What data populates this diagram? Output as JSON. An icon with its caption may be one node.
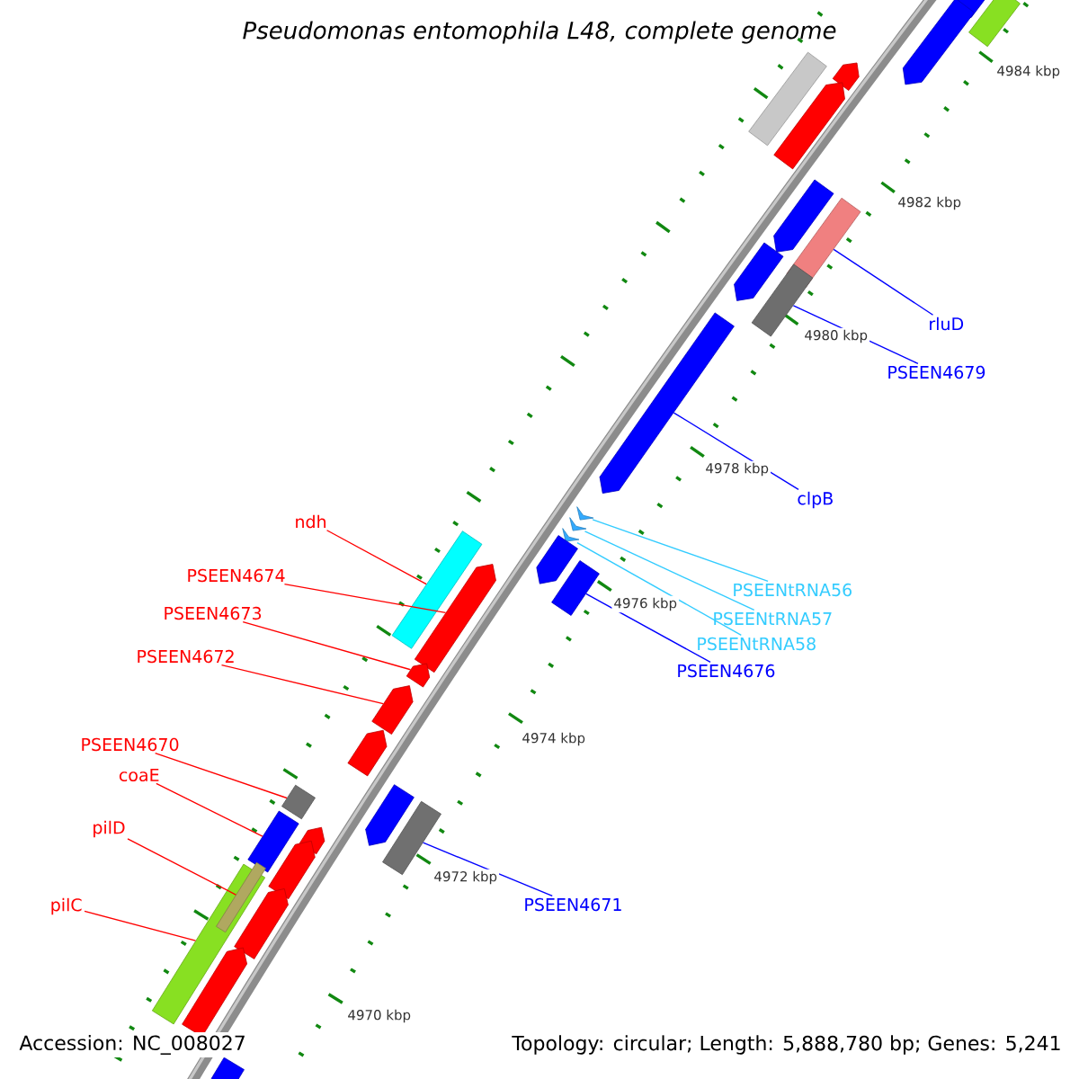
{
  "diagram": {
    "title": "Pseudomonas entomophila L48, complete genome",
    "nodes": [
      {
        "text": [
          "rluD"
        ]
      },
      {
        "text": [
          "PSEEN4679"
        ]
      },
      {
        "text": [
          "clpB"
        ]
      },
      {
        "text": [
          "PSEENtRNA56"
        ]
      },
      {
        "text": [
          "PSEENtRNA57"
        ]
      },
      {
        "text": [
          "PSEENtRNA58"
        ]
      },
      {
        "text": [
          "PSEEN4676"
        ]
      },
      {
        "text": [
          "PSEEN4671"
        ]
      },
      {
        "text": [
          "ndh"
        ]
      },
      {
        "text": [
          "PSEEN4674"
        ]
      },
      {
        "text": [
          "PSEEN4673"
        ]
      },
      {
        "text": [
          "PSEEN4672"
        ]
      },
      {
        "text": [
          "PSEEN4670"
        ]
      },
      {
        "text": [
          "coaE"
        ]
      },
      {
        "text": [
          "pilC"
        ]
      },
      {
        "text": [
          "pilD"
        ]
      },
      {
        "text": [],
        "shape": "bar"
      },
      {
        "text": [],
        "shape": "bar"
      },
      {
        "text": [],
        "shape": "bar"
      },
      {
        "text": [],
        "shape": "bar"
      },
      {
        "text": [],
        "shape": "bar"
      },
      {
        "text": [],
        "shape": "bar"
      },
      {
        "text": [],
        "shape": "bar"
      },
      {
        "text": [],
        "shape": "bar"
      },
      {
        "text": [],
        "shape": "bar"
      },
      {
        "text": [],
        "shape": "bar"
      },
      {
        "text": [],
        "shape": "bar"
      },
      {
        "text": [],
        "shape": "bar"
      },
      {
        "text": [],
        "shape": "bar"
      },
      {
        "text": [],
        "shape": "bar"
      },
      {
        "text": [],
        "shape": "bar"
      },
      {
        "text": [],
        "shape": "bar",
        "in": 30
      },
      {
        "text": [],
        "shape": "bar"
      },
      {
        "text": [],
        "shape": "bar"
      },
      {
        "text": [],
        "shape": "bar"
      },
      {
        "text": [],
        "shape": "bar"
      },
      {
        "text": [],
        "shape": "bar"
      },
      {
        "text": [],
        "shape": "bar"
      },
      {
        "text": [],
        "shape": "bar"
      },
      {
        "text": [],
        "shape": "bar"
      },
      {
        "text": [],
        "shape": "bar"
      },
      {
        "text": [],
        "shape": "bar"
      },
      {
        "text": [],
        "shape": "bar"
      },
      {
        "text": [],
        "shape": "bar"
      },
      {
        "text": [],
        "shape": "bar"
      },
      {
        "text": [],
        "shape": "bar"
      },
      {
        "text": [],
        "shape": "bar"
      },
      {
        "text": [],
        "shape": "bar"
      }
    ],
    "edges": [
      {
        "from": 0,
        "to": 16,
        "arrow": "none",
        "color": "#0000ff"
      },
      {
        "from": 1,
        "to": 17,
        "arrow": "none",
        "color": "#0000ff"
      },
      {
        "from": 2,
        "to": 18,
        "arrow": "none",
        "color": "#0000ff"
      },
      {
        "from": 3,
        "to": 19,
        "arrow": "none",
        "color": "#33ccff"
      },
      {
        "from": 4,
        "to": 20,
        "arrow": "none",
        "color": "#33ccff"
      },
      {
        "from": 5,
        "to": 21,
        "arrow": "none",
        "color": "#33ccff"
      },
      {
        "from": 6,
        "to": 22,
        "arrow": "none",
        "color": "#0000ff"
      },
      {
        "from": 7,
        "to": 23,
        "arrow": "none",
        "color": "#0000ff"
      },
      {
        "from": 8,
        "to": 24,
        "arrow": "none"
      },
      {
        "from": 9,
        "to": 25,
        "arrow": "none"
      },
      {
        "from": 10,
        "to": 26,
        "arrow": "none"
      },
      {
        "from": 11,
        "to": 27,
        "arrow": "none"
      },
      {
        "from": 12,
        "to": 28,
        "arrow": "none"
      },
      {
        "from": 13,
        "to": 29,
        "arrow": "none"
      },
      {
        "from": 14,
        "to": 30,
        "arrow": "none"
      },
      {
        "from": 15,
        "to": 31,
        "arrow": "none"
      }
    ],
    "labels": [
      "4984 kbp",
      "4982 kbp",
      "4980 kbp",
      "4978 kbp",
      "4976 kbp",
      "4974 kbp",
      "4972 kbp",
      "4970 kbp",
      "Accession: NC_008027",
      "Topology: circular; Length: 5,888,780 bp; Genes: 5,241"
    ]
  }
}
